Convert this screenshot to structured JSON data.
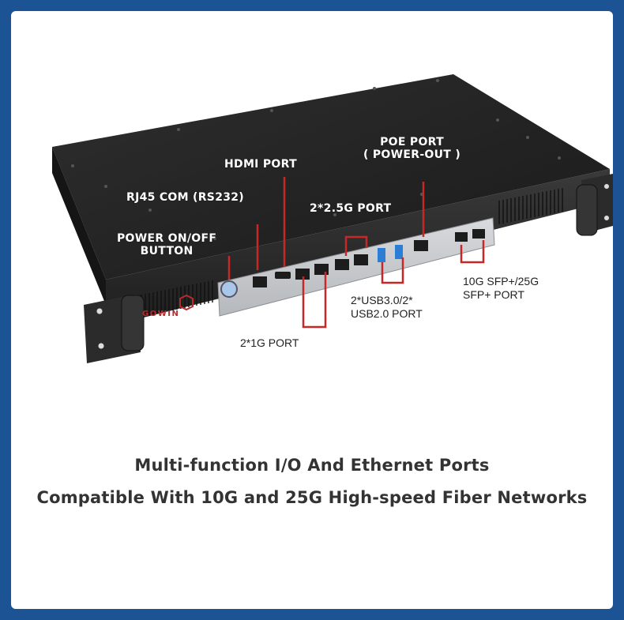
{
  "labels": {
    "hdmi_port": "HDMI PORT",
    "poe_port_line1": "POE PORT",
    "poe_port_line2": "( POWER-OUT )",
    "rj45_com": "RJ45 COM (RS232)",
    "port_2_5g": "2*2.5G PORT",
    "power_line1": "POWER ON/OFF",
    "power_line2": "BUTTON",
    "sfp_line1": "10G SFP+/25G",
    "sfp_line2": "SFP+ PORT",
    "usb_line1": "2*USB3.0/2*",
    "usb_line2": "USB2.0 PORT",
    "port_1g": "2*1G  PORT"
  },
  "brand": "GOWIN",
  "headline": {
    "line1": "Multi-function I/O And Ethernet Ports",
    "line2": "Compatible With 10G and 25G High-speed Fiber Networks"
  },
  "colors": {
    "frame_blue": "#1b5394",
    "callout_red": "#c62828",
    "chassis": "#222222",
    "usb_blue": "#2a7fd4"
  }
}
